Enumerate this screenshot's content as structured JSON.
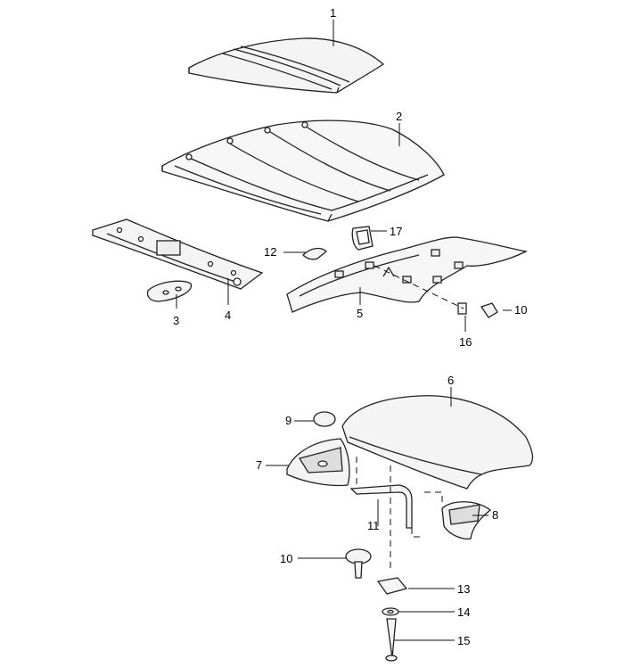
{
  "callouts": [
    {
      "id": "c1",
      "text": "1"
    },
    {
      "id": "c2",
      "text": "2"
    },
    {
      "id": "c3",
      "text": "3"
    },
    {
      "id": "c4",
      "text": "4"
    },
    {
      "id": "c5",
      "text": "5"
    },
    {
      "id": "c6",
      "text": "6"
    },
    {
      "id": "c7",
      "text": "7"
    },
    {
      "id": "c8",
      "text": "8"
    },
    {
      "id": "c9",
      "text": "9"
    },
    {
      "id": "c10a",
      "text": "10"
    },
    {
      "id": "c10b",
      "text": "10"
    },
    {
      "id": "c11",
      "text": "11"
    },
    {
      "id": "c12",
      "text": "12"
    },
    {
      "id": "c13",
      "text": "13"
    },
    {
      "id": "c14",
      "text": "14"
    },
    {
      "id": "c15",
      "text": "15"
    },
    {
      "id": "c16",
      "text": "16"
    },
    {
      "id": "c17",
      "text": "17"
    }
  ]
}
